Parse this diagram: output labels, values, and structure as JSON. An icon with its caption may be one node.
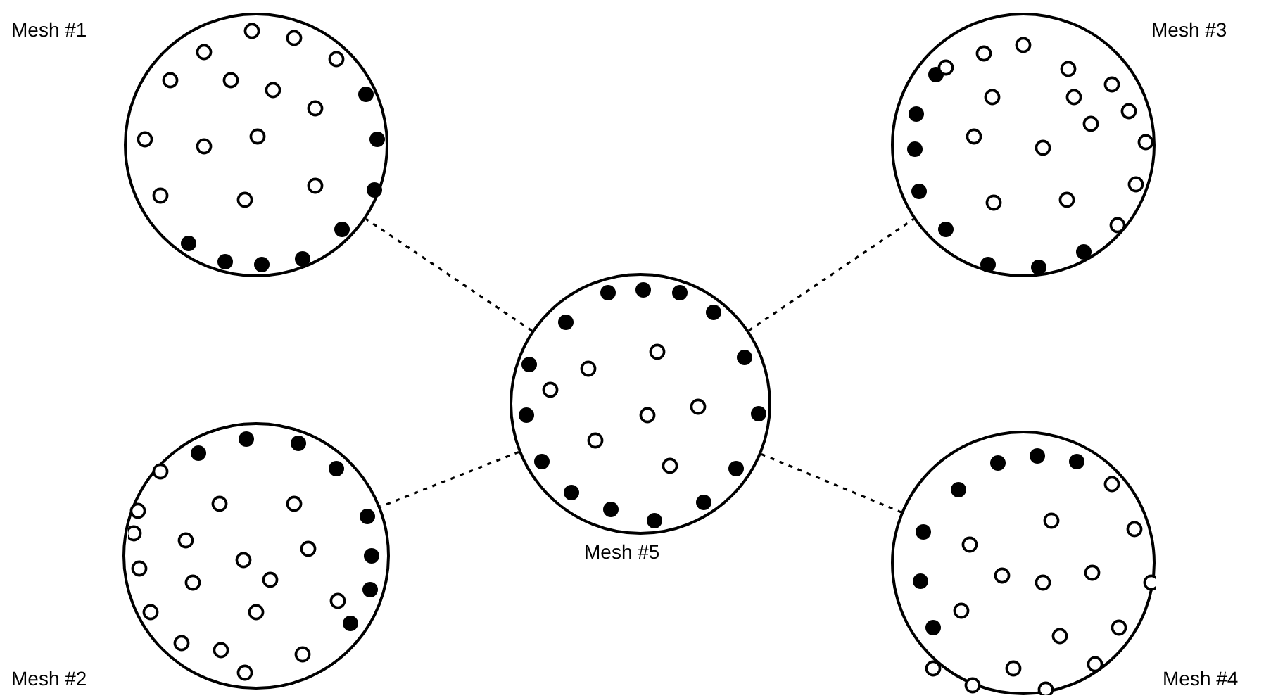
{
  "diagram": {
    "nodes": [
      {
        "text": [
          "Mesh #1"
        ]
      },
      {
        "text": [
          "Mesh #3"
        ]
      },
      {
        "text": [
          "Mesh #5"
        ]
      },
      {
        "text": [
          "Mesh #2"
        ]
      },
      {
        "text": [
          "Mesh #4"
        ]
      }
    ],
    "edges": [
      {
        "from": 2,
        "to": 0,
        "arrow": "none",
        "style": "dashed"
      },
      {
        "from": 2,
        "to": 1,
        "arrow": "none",
        "style": "dashed"
      },
      {
        "from": 2,
        "to": 3,
        "arrow": "none",
        "style": "dashed"
      },
      {
        "from": 2,
        "to": 4,
        "arrow": "none",
        "style": "dashed"
      }
    ]
  }
}
